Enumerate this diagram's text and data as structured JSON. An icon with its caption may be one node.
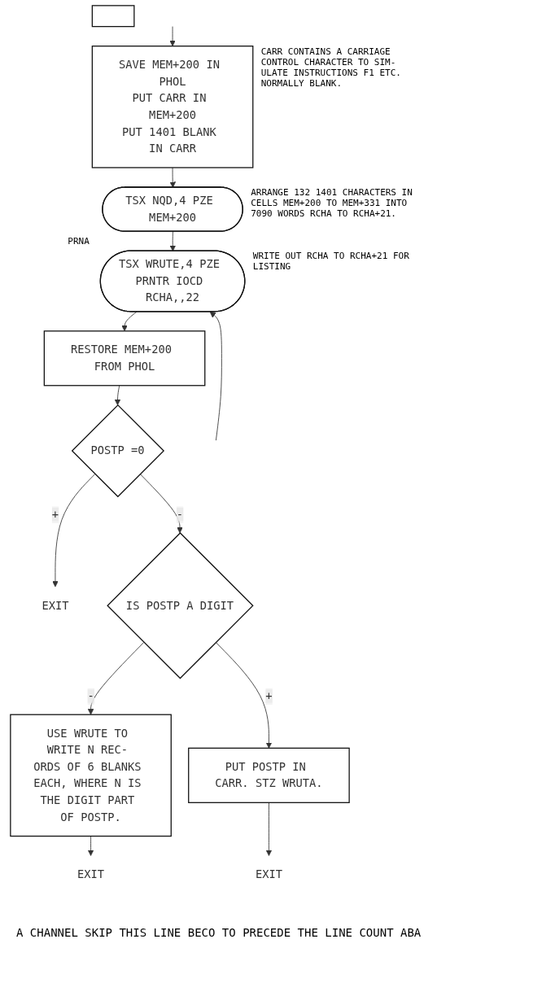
{
  "diagram": {
    "nodes": [
      {
        "text": [
          "SAVE MEM+200 IN PHOL",
          "PUT CARR IN MEM+200",
          "PUT 1401 BLANK IN CARR"
        ],
        "beside": [
          "CARR CONTAINS A CARRIAGE CONTROL CHARACTER TO SIM- ULATE INSTRUCTIONS F1 ETC. NORMALLY BLANK."
        ]
      },
      {
        "text": [
          "TSX NQD,4 PZE MEM+200"
        ],
        "beside": [
          "ARRANGE 132 1401 CHARACTERS IN CELLS MEM+200 TO MEM+331 INTO 7090 WORDS RCHA TO RCHA+21."
        ]
      },
      {
        "text": [
          "TSX WRUTE,4 PZE PRNTR IOCD RCHA,,22"
        ],
        "beside": [
          "PRNA",
          "WRITE OUT RCHA TO RCHA+21 FOR LISTING"
        ]
      },
      {
        "text": [
          "RESTORE MEM+200 FROM PHOL"
        ]
      },
      {
        "text": [
          "POSTP =0"
        ]
      },
      {
        "text": [
          "EXIT"
        ]
      },
      {
        "text": [
          "IS POSTP A DIGIT"
        ]
      },
      {
        "text": [
          "USE WRUTE TO WRITE N REC- ORDS OF 6 BLANKS EACH, WHERE N IS THE DIGIT PART OF POSTP."
        ]
      },
      {
        "text": [
          "EXIT"
        ]
      },
      {
        "text": [
          "PUT POSTP IN CARR. STZ WRUTA."
        ]
      },
      {
        "text": [
          "EXIT"
        ]
      },
      {
        "text": [],
        "shape": "box"
      }
    ],
    "edges": [
      {
        "from": null,
        "to": 0,
        "arrow": "to"
      },
      {
        "from": 0,
        "to": 1,
        "arrow": "to"
      },
      {
        "from": 1,
        "to": 2,
        "arrow": "to"
      },
      {
        "from": null,
        "to": 2,
        "arrow": "to"
      },
      {
        "from": 2,
        "to": 3,
        "arrow": "to"
      },
      {
        "from": 3,
        "to": 4,
        "arrow": "to"
      },
      {
        "from": 4,
        "to": 5,
        "arrow": "to",
        "label": "+"
      },
      {
        "from": 4,
        "to": 6,
        "arrow": "to",
        "label": "-"
      },
      {
        "from": 6,
        "to": 7,
        "arrow": "to",
        "label": "-"
      },
      {
        "from": 7,
        "to": 8,
        "arrow": "to"
      },
      {
        "from": 6,
        "to": 9,
        "arrow": "to",
        "label": "+"
      },
      {
        "from": 9,
        "to": 10,
        "arrow": "to"
      }
    ],
    "labels": [
      "A CHANNEL SKIP THIS LINE BECO TO PRECEDE THE LINE COUNT ABA"
    ]
  }
}
